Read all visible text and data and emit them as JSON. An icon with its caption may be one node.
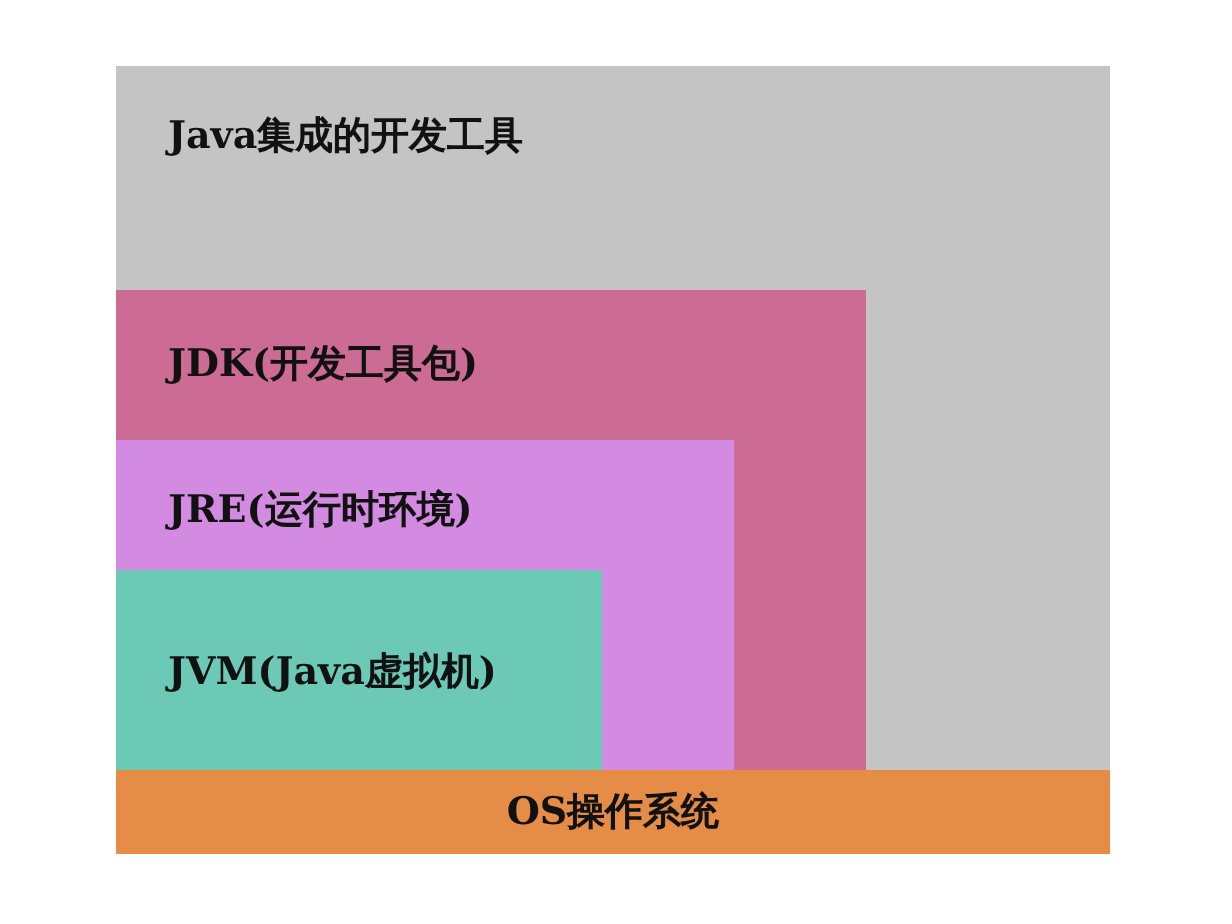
{
  "diagram": {
    "nodes": [
      {
        "text": [
          "Java集成的开发工具"
        ]
      },
      {
        "text": [
          "JDK(开发工具包)"
        ],
        "in": 0
      },
      {
        "text": [
          "JRE(运行时环境)"
        ],
        "in": 1
      },
      {
        "text": [
          "JVM(Java虚拟机)"
        ],
        "in": 2
      },
      {
        "text": [
          "OS操作系统"
        ]
      }
    ]
  }
}
